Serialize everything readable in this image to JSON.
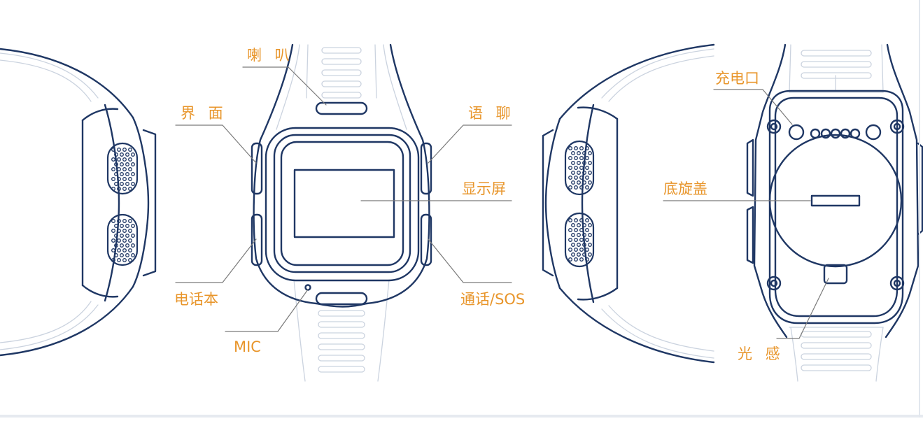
{
  "colors": {
    "outline": "#1f3764",
    "outline_light": "#cbd3df",
    "label": "#e8952a",
    "leader": "#7a7a7a"
  },
  "labels": {
    "speaker": "喇 叭",
    "interface": "界 面",
    "phonebook": "电话本",
    "mic": "MIC",
    "voice_chat": "语 聊",
    "display": "显示屏",
    "call_sos": "通话/SOS",
    "charging_port": "充电口",
    "back_cover": "底旋盖",
    "light_sensor": "光 感"
  }
}
